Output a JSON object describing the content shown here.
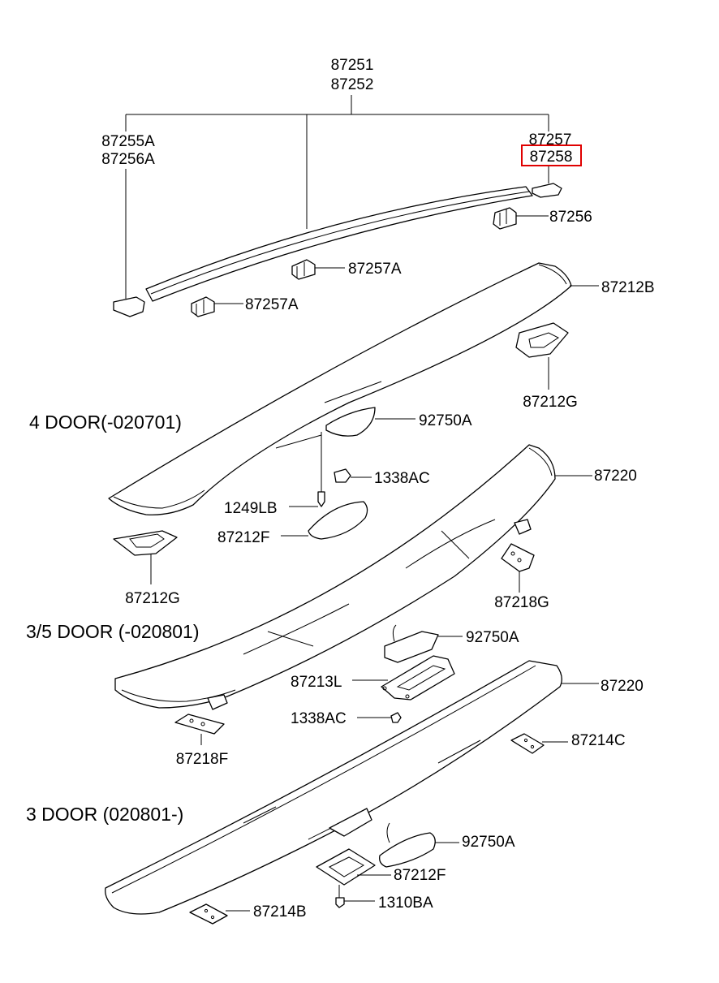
{
  "labels": {
    "l87251": "87251",
    "l87252": "87252",
    "l87255A": "87255A",
    "l87256A": "87256A",
    "l87257": "87257",
    "l87258": "87258",
    "l87256": "87256",
    "l87257A_1": "87257A",
    "l87257A_2": "87257A",
    "l87212B": "87212B",
    "l87212G_1": "87212G",
    "l92750A_1": "92750A",
    "l1338AC_1": "1338AC",
    "l1249LB": "1249LB",
    "l87212F_1": "87212F",
    "l87220_1": "87220",
    "l87212G_2": "87212G",
    "l87218G": "87218G",
    "l92750A_2": "92750A",
    "l87213L": "87213L",
    "l1338AC_2": "1338AC",
    "l87218F": "87218F",
    "l87220_2": "87220",
    "l87214C": "87214C",
    "l92750A_3": "92750A",
    "l87212F_2": "87212F",
    "l1310BA": "1310BA",
    "l87214B": "87214B"
  },
  "sections": {
    "s1": "4 DOOR(-020701)",
    "s2": "3/5 DOOR (-020801)",
    "s3": "3 DOOR (020801-)"
  },
  "highlight": {
    "part": "87258",
    "color": "#e00000"
  }
}
